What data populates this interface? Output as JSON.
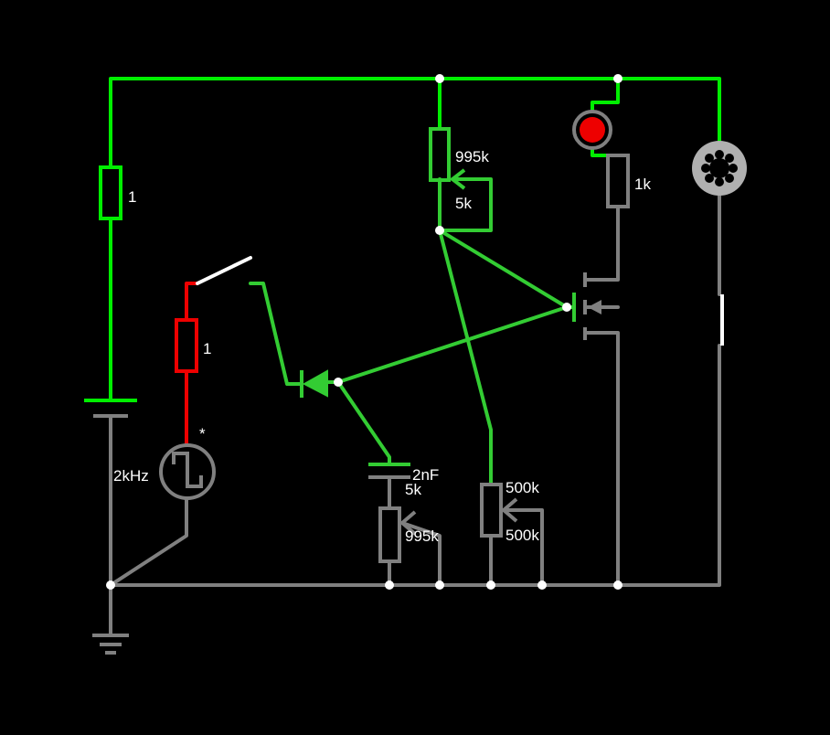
{
  "colors": {
    "background": "#000000",
    "powered_wire": "#00ee00",
    "signal_wire": "#33cc33",
    "unpowered_wire": "#808080",
    "high_voltage": "#ee0000",
    "switch_contact": "#ffffff",
    "lamp_fill": "#ee0000"
  },
  "components": {
    "r_supply": {
      "value": "1"
    },
    "r_source": {
      "value": "1"
    },
    "source": {
      "frequency": "2kHz",
      "marker": "*"
    },
    "pot_top": {
      "upper": "995k",
      "lower": "5k"
    },
    "r_led": {
      "value": "1k"
    },
    "capacitor": {
      "value": "2nF"
    },
    "pot_bottom": {
      "upper": "5k",
      "lower": "995k"
    },
    "pot_right": {
      "upper": "500k",
      "lower": "500k"
    }
  },
  "icons": [
    "ground-icon",
    "battery-icon",
    "square-wave-source-icon",
    "switch-icon",
    "diode-icon",
    "mosfet-icon",
    "led-icon",
    "motor-icon",
    "potentiometer-icon"
  ]
}
